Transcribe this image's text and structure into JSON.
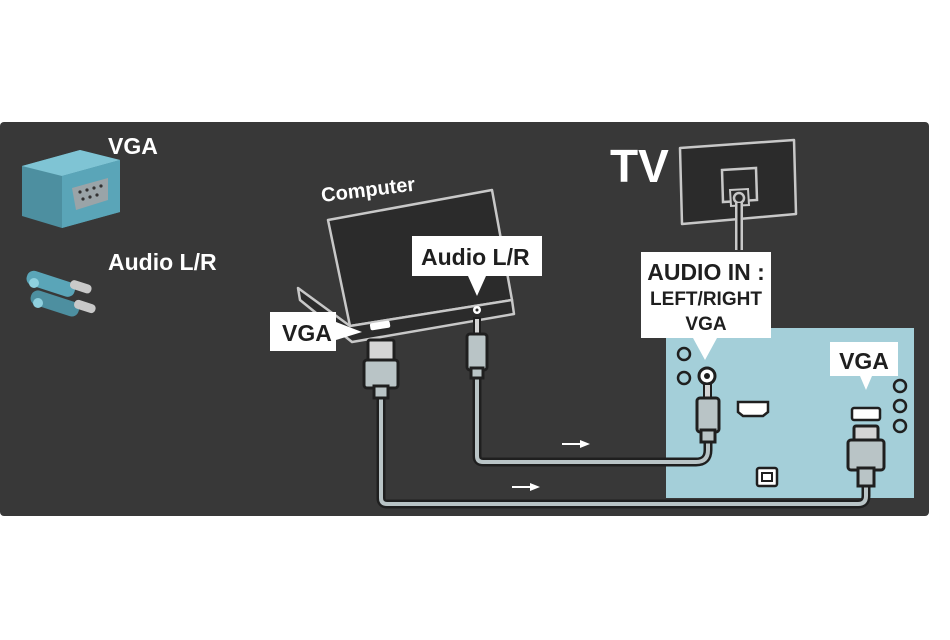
{
  "legend": {
    "vga_label": "VGA",
    "audio_label": "Audio L/R"
  },
  "computer": {
    "title": "Computer",
    "vga_port_label": "VGA",
    "audio_port_label": "Audio L/R"
  },
  "tv": {
    "title": "TV",
    "audio_in_line1": "AUDIO IN :",
    "audio_in_line2": "LEFT/RIGHT",
    "audio_in_line3": "VGA",
    "vga_port_label": "VGA"
  },
  "colors": {
    "panel": "#383838",
    "tv_panel": "#a4cfd9",
    "cable": "#b9c4c6",
    "cable_outline": "#1f1f1f",
    "laptop": "#2b2b2b",
    "laptop_edge": "#c8c8c8",
    "icon_teal": "#5aa5b8",
    "label_bg": "#ffffff"
  }
}
